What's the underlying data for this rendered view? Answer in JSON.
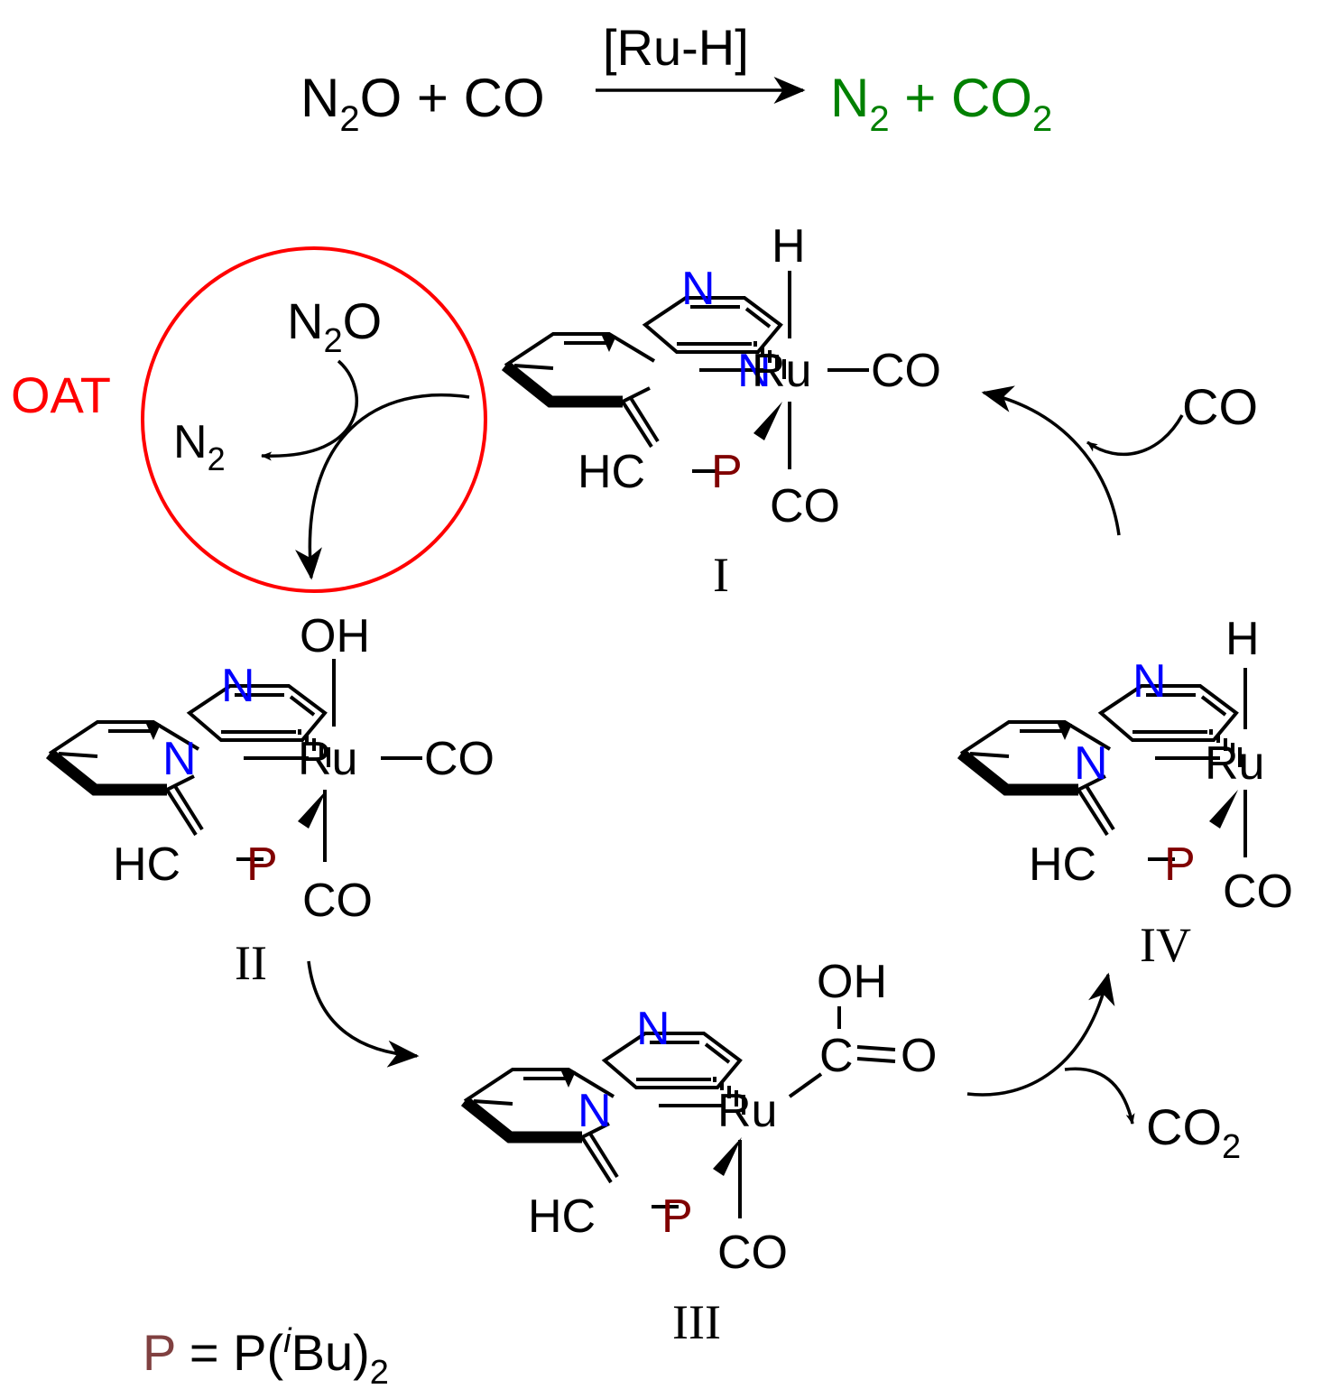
{
  "colors": {
    "black": "#000000",
    "nitrogen": "#0000ff",
    "phosphorus": "#800000",
    "product": "#008000",
    "oat": "#ff0000",
    "footnote_p": "#804040"
  },
  "overall_reaction": {
    "reactants_n": "N",
    "reactants_sub": "2",
    "reactants_rest": "O + CO",
    "catalyst": "[Ru-H]",
    "products_n": "N",
    "products_sub1": "2",
    "products_mid": " + CO",
    "products_sub2": "2"
  },
  "atoms": {
    "n": "N",
    "ru": "Ru",
    "p": "P",
    "h": "H",
    "co": "CO",
    "oh": "OH",
    "hc": "HC",
    "c": "C",
    "o": "O"
  },
  "cycle": {
    "oat_label": "OAT",
    "n2o_n": "N",
    "n2o_sub": "2",
    "n2o_o": "O",
    "n2_n": "N",
    "n2_sub": "2",
    "co_in": "CO",
    "co2_c": "CO",
    "co2_sub": "2"
  },
  "complexes": [
    "I",
    "II",
    "III",
    "IV"
  ],
  "footnote": {
    "p": "P",
    "eq": " = P(",
    "i": "i",
    "bu": "Bu)",
    "sub": "2"
  }
}
